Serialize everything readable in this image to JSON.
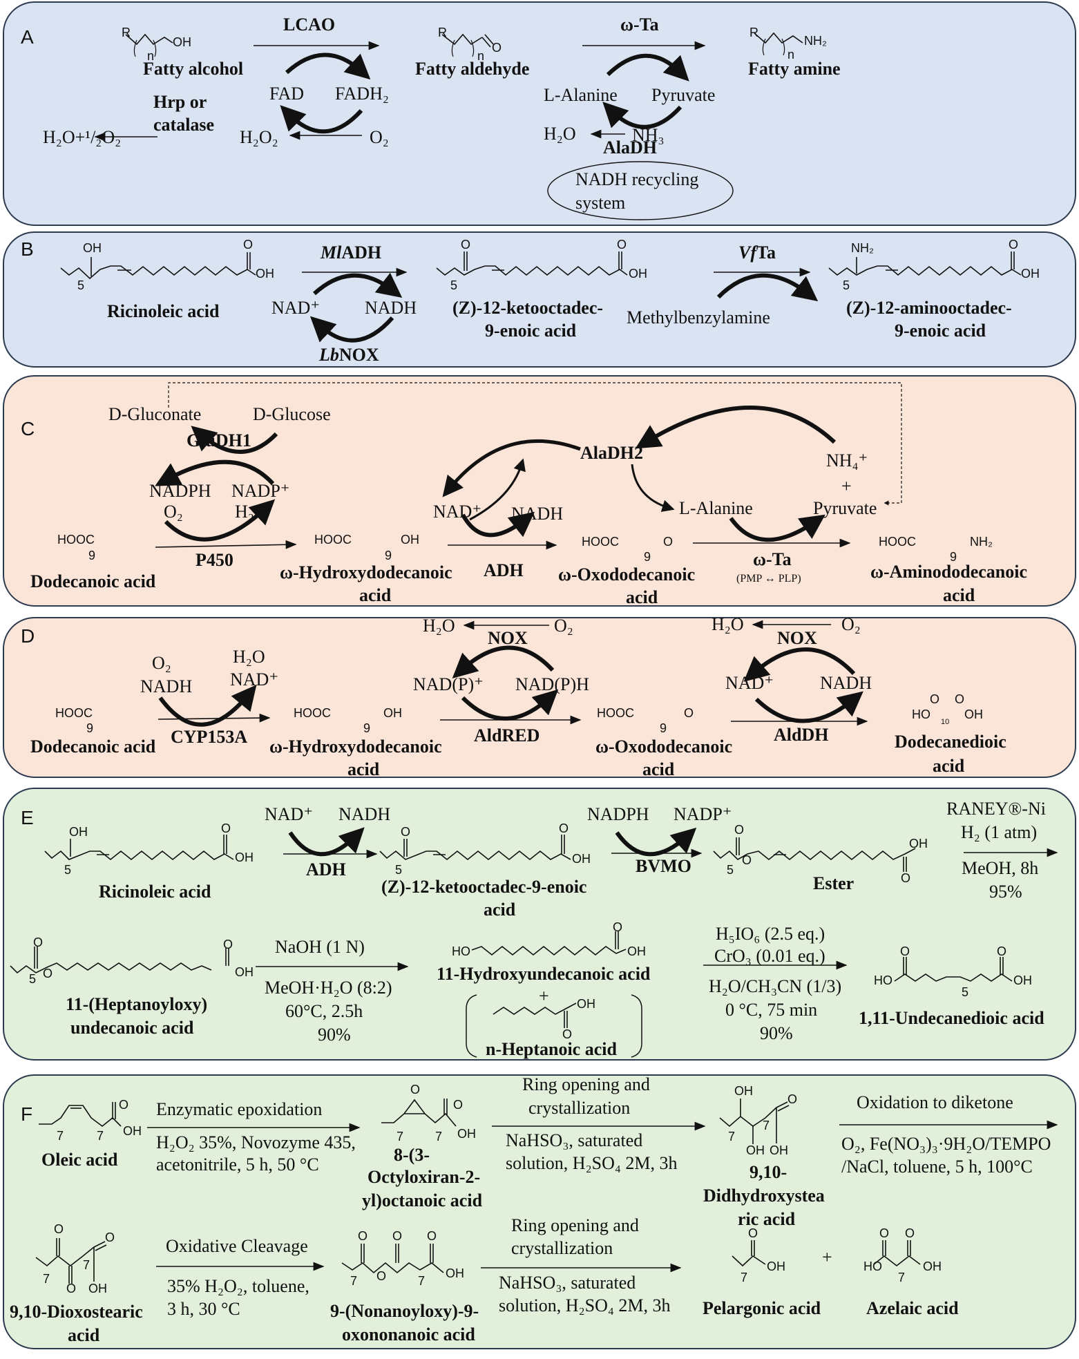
{
  "panels": {
    "A": {
      "letter": "A",
      "compounds": {
        "alcohol": "Fatty alcohol",
        "aldehyde": "Fatty aldehyde",
        "amine": "Fatty amine"
      },
      "enzymes": {
        "lcao": "LCAO",
        "wta": "ω-Ta",
        "aladh": "AlaDH",
        "hrp": "Hrp or",
        "catalase": "catalase"
      },
      "cofactors": {
        "fad": "FAD",
        "fadh2": "FADH₂",
        "h2o2": "H₂O₂",
        "o2": "O₂",
        "h2o_half_o2": "H₂O+¹/₂O₂",
        "alanine": "L-Alanine",
        "pyruvate": "Pyruvate",
        "h2o": "H₂O",
        "nh3": "NH₃"
      },
      "recycling_box": {
        "line1": "NADH recycling",
        "line2": "system"
      }
    },
    "B": {
      "letter": "B",
      "compounds": {
        "ricinoleic": "Ricinoleic acid",
        "keto_1": "(Z)-12-ketooctadec-",
        "keto_2": "9-enoic acid",
        "amino_1": "(Z)-12-aminooctadec-",
        "amino_2": "9-enoic acid"
      },
      "enzymes": {
        "mladh_italic": "Ml",
        "mladh_rest": "ADH",
        "vfta_italic": "Vf",
        "vfta_rest": "Ta",
        "lbnox_italic": "Lb",
        "lbnox_rest": "NOX"
      },
      "cofactors": {
        "nad_plus": "NAD⁺",
        "nadh": "NADH",
        "mba": "Methylbenzylamine"
      }
    },
    "C": {
      "letter": "C",
      "compounds": {
        "dodecanoic": "Dodecanoic acid",
        "hydroxy_1": "ω-Hydroxydodecanoic",
        "hydroxy_2": "acid",
        "oxo_1": "ω-Oxododecanoic",
        "oxo_2": "acid",
        "amino_1": "ω-Aminododecanoic",
        "amino_2": "acid"
      },
      "enzymes": {
        "p450": "P450",
        "gludh1": "GluDH1",
        "adh": "ADH",
        "aladh2": "AlaDH2",
        "wta": "ω-Ta",
        "pmp_plp": "(PMP ↔ PLP)"
      },
      "cofactors": {
        "gluconate": "D-Gluconate",
        "glucose": "D-Glucose",
        "nadph": "NADPH",
        "nadp_plus": "NADP⁺",
        "o2": "O₂",
        "h2o": "H₂O",
        "nad_plus": "NAD⁺",
        "nadh": "NADH",
        "alanine": "L-Alanine",
        "nh4": "NH₄⁺",
        "plus": "+",
        "pyruvate": "Pyruvate"
      }
    },
    "D": {
      "letter": "D",
      "compounds": {
        "dodecanoic": "Dodecanoic acid",
        "hydroxy_1": "ω-Hydroxydodecanoic",
        "hydroxy_2": "acid",
        "oxo_1": "ω-Oxododecanoic",
        "oxo_2": "acid",
        "diacid_1": "Dodecanedioic",
        "diacid_2": "acid"
      },
      "enzymes": {
        "cyp": "CYP153A",
        "aldred": "AldRED",
        "nox1": "NOX",
        "nox2": "NOX",
        "aldh": "AldDH"
      },
      "cofactors": {
        "o2": "O₂",
        "nadh": "NADH",
        "h2o": "H₂O",
        "nad_plus": "NAD⁺",
        "h2o_a": "H₂O",
        "o2_a": "O₂",
        "nadp_plus": "NAD(P)⁺",
        "nadph": "NAD(P)H",
        "h2o_b": "H₂O",
        "o2_b": "O₂",
        "nad_plus_b": "NAD⁺",
        "nadh_b": "NADH"
      }
    },
    "E": {
      "letter": "E",
      "compounds": {
        "ricinoleic": "Ricinoleic acid",
        "keto_1": "(Z)-12-ketooctadec-9-enoic",
        "keto_2": "acid",
        "ester": "Ester",
        "hept_1": "11-(Heptanoyloxy)",
        "hept_2": "undecanoic acid",
        "hydroxyund": "11-Hydroxyundecanoic acid",
        "plus": "+",
        "heptanoic": "n-Heptanoic acid",
        "undecanedioic": "1,11-Undecanedioic acid"
      },
      "enzymes": {
        "adh": "ADH",
        "bvmo": "BVMO"
      },
      "cofactors": {
        "nad_plus": "NAD⁺",
        "nadh": "NADH",
        "nadph": "NADPH",
        "nadp_plus": "NADP⁺"
      },
      "conditions": {
        "raney": [
          "RANEY®-Ni",
          "H₂ (1 atm)",
          "MeOH, 8h",
          "95%"
        ],
        "naoh": [
          "NaOH (1 N)",
          "MeOH·H₂O (8:2)",
          "60°C, 2.5h",
          "90%"
        ],
        "periodic": [
          "H₅IO₆ (2.5 eq.)",
          "CrO₃ (0.01 eq.)",
          "H₂O/CH₃CN (1/3)",
          "0 °C, 75 min",
          "90%"
        ]
      }
    },
    "F": {
      "letter": "F",
      "compounds": {
        "oleic": "Oleic acid",
        "epox_1": "8-(3-",
        "epox_2": "Octyloxiran-2-",
        "epox_3": "yl)octanoic acid",
        "diol_1": "9,10-",
        "diol_2": "Didhydroxystea",
        "diol_3": "ric acid",
        "dioxo_1": "9,10-Dioxostearic",
        "dioxo_2": "acid",
        "nona_1": "9-(Nonanoyloxy)-9-",
        "nona_2": "oxononanoic acid",
        "pelargonic": "Pelargonic acid",
        "plus": "+",
        "azelaic": "Azelaic acid"
      },
      "conditions": {
        "epoxidation": [
          "Enzymatic epoxidation",
          "H₂O₂ 35%, Novozyme 435,",
          "acetonitrile, 5 h, 50 °C"
        ],
        "ring_open_1": [
          "Ring opening and",
          "crystallization",
          "NaHSO₃, saturated",
          "solution, H₂SO₄ 2M, 3h"
        ],
        "diketone": [
          "Oxidation to diketone",
          "O₂, Fe(NO₃)₃·9H₂O/TEMPO",
          "/NaCl, toluene, 5 h, 100°C"
        ],
        "cleavage": [
          "Oxidative Cleavage",
          "35% H₂O₂, toluene,",
          "3 h, 30 °C"
        ],
        "ring_open_2": [
          "Ring opening and",
          "crystallization",
          "NaHSO₃, saturated",
          "solution, H₂SO₄ 2M, 3h"
        ]
      }
    }
  },
  "structures": {
    "R": "R",
    "OH": "OH",
    "O": "O",
    "NH2": "NH₂",
    "n": "n",
    "HOOC": "HOOC",
    "HO": "HO",
    "sub5": "5",
    "sub7": "7",
    "sub9": "9",
    "sub10": "10"
  }
}
